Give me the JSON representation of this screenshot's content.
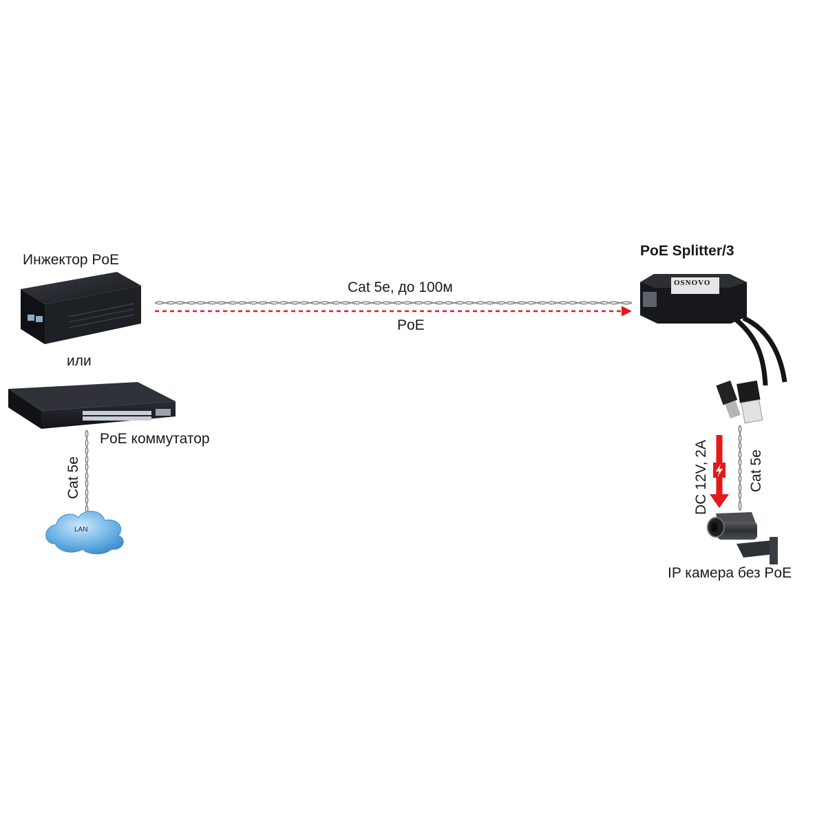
{
  "labels": {
    "injector": "Инжектор PoE",
    "or": "или",
    "switch": "PoE коммутатор",
    "cable_top": "Cat 5e, до 100м",
    "poe_line": "PoE",
    "splitter": "PoE Splitter/3",
    "cat5e_left": "Cat 5e",
    "lan": "LAN",
    "dc_power": "DC 12V, 2A",
    "cat5e_right": "Cat 5e",
    "camera": "IP камера без PoE",
    "splitter_brand": "OSNOVO"
  },
  "colors": {
    "poe_arrow": "#e3191b",
    "power_arrow": "#e3191b",
    "cable": "#8a8a8a",
    "device_dark": "#1c1f24",
    "lan_cloud": "#5aa6dd"
  },
  "icons": {
    "bolt": "lightning-bolt-icon"
  }
}
